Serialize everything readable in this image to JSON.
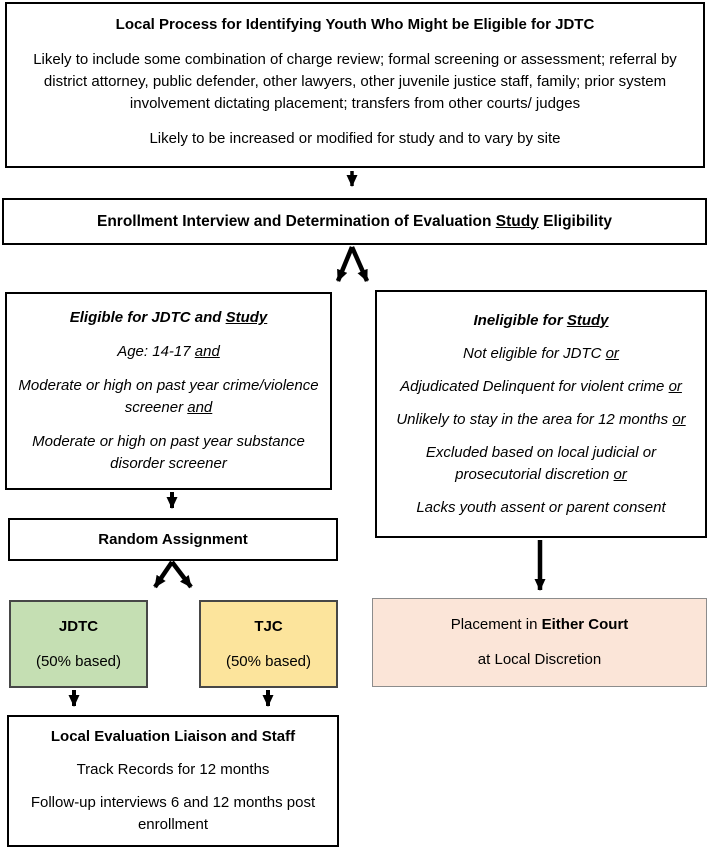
{
  "top_box": {
    "title": "Local Process for Identifying Youth Who Might be Eligible for JDTC",
    "para1": "Likely to include some combination of charge review; formal screening or assessment; referral by district attorney, public defender, other lawyers, other juvenile justice staff, family;  prior system involvement dictating placement; transfers from other courts/ judges",
    "para2": "Likely to be increased or modified for study and to vary by site"
  },
  "enrollment_box": {
    "pre": "Enrollment Interview and Determination of Evaluation ",
    "u": "Study",
    "post": " Eligibility"
  },
  "eligible_box": {
    "title_pre": "Eligible for JDTC and ",
    "title_u": "Study",
    "items": [
      {
        "text": "Age: 14-17 ",
        "u": "and"
      },
      {
        "text": "Moderate or high on past year crime/violence screener ",
        "u": "and"
      },
      {
        "text": "Moderate or high on past year substance disorder screener",
        "u": ""
      }
    ]
  },
  "ineligible_box": {
    "title_pre": "Ineligible for ",
    "title_u": "Study",
    "items": [
      {
        "text": "Not eligible for JDTC ",
        "u": "or"
      },
      {
        "text": "Adjudicated Delinquent for violent crime ",
        "u": "or"
      },
      {
        "text": "Unlikely to stay in the area for 12 months ",
        "u": "or"
      },
      {
        "text": "Excluded based on local judicial or prosecutorial discretion ",
        "u": "or"
      },
      {
        "text": "Lacks youth assent or parent consent",
        "u": ""
      }
    ]
  },
  "random_box": {
    "label": "Random Assignment"
  },
  "jdtc_box": {
    "title": "JDTC",
    "subtitle": "(50% based)",
    "fill_color": "#c5dfb3"
  },
  "tjc_box": {
    "title": "TJC",
    "subtitle": "(50% based)",
    "fill_color": "#fce49c"
  },
  "placement_box": {
    "pre": "Placement in ",
    "bold": "Either Court",
    "line2": "at Local Discretion",
    "fill_color": "#fbe5d8"
  },
  "eval_box": {
    "title": "Local Evaluation Liaison and Staff",
    "line1": "Track Records for 12 months",
    "line2": "Follow-up interviews 6 and 12 months post enrollment"
  },
  "arrow_color": "#000000"
}
